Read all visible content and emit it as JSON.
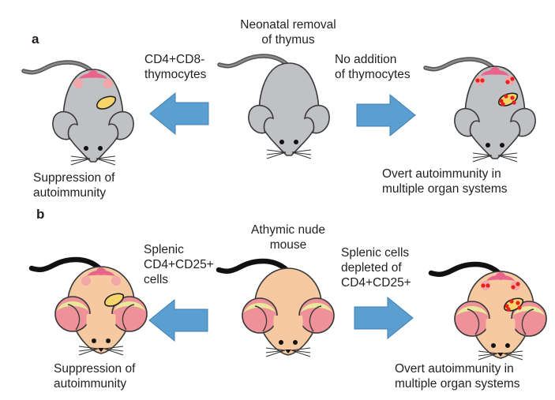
{
  "figure": {
    "panels": [
      {
        "label": "a",
        "center": {
          "caption": [
            "Neonatal removal",
            "of thymus"
          ],
          "mouse": "gray"
        },
        "left": {
          "arrow_label": [
            "CD4+CD8-",
            "thymocytes"
          ],
          "arrow_direction": "left",
          "outcome": [
            "Suppression of",
            "autoimmunity"
          ],
          "mouse": "gray",
          "organ_damage": false
        },
        "right": {
          "arrow_label": [
            "No addition",
            "of thymocytes"
          ],
          "arrow_direction": "right",
          "outcome": [
            "Overt autoimmunity in",
            "multiple organ systems"
          ],
          "mouse": "gray",
          "organ_damage": true
        }
      },
      {
        "label": "b",
        "center": {
          "caption": [
            "Athymic nude",
            "mouse"
          ],
          "mouse": "nude"
        },
        "left": {
          "arrow_label": [
            "Splenic",
            "CD4+CD25+",
            "cells"
          ],
          "arrow_direction": "left",
          "outcome": [
            "Suppression of",
            "autoimmunity"
          ],
          "mouse": "nude",
          "organ_damage": false
        },
        "right": {
          "arrow_label": [
            "Splenic cells",
            "depleted of",
            "CD4+CD25+"
          ],
          "arrow_direction": "right",
          "outcome": [
            "Overt autoimmunity in",
            "multiple organ systems"
          ],
          "mouse": "nude",
          "organ_damage": true
        }
      }
    ],
    "colors": {
      "arrow_fill": "#5b9fd1",
      "arrow_stroke": "#3f7fb0",
      "gray_body": "#c0c1c4",
      "nude_body": "#f6c9a0",
      "outline": "#3a3a3a",
      "thymus": "#e8648a",
      "lymph_node": "#f2a7a9",
      "organ": "#f7d56a",
      "lesion": "#e8211d",
      "ear_inner_pink": "#ef9198",
      "ear_inner_yellow": "#e9e79a",
      "gray_tail": "#8a8a8a",
      "nude_tail": "#222222"
    }
  }
}
